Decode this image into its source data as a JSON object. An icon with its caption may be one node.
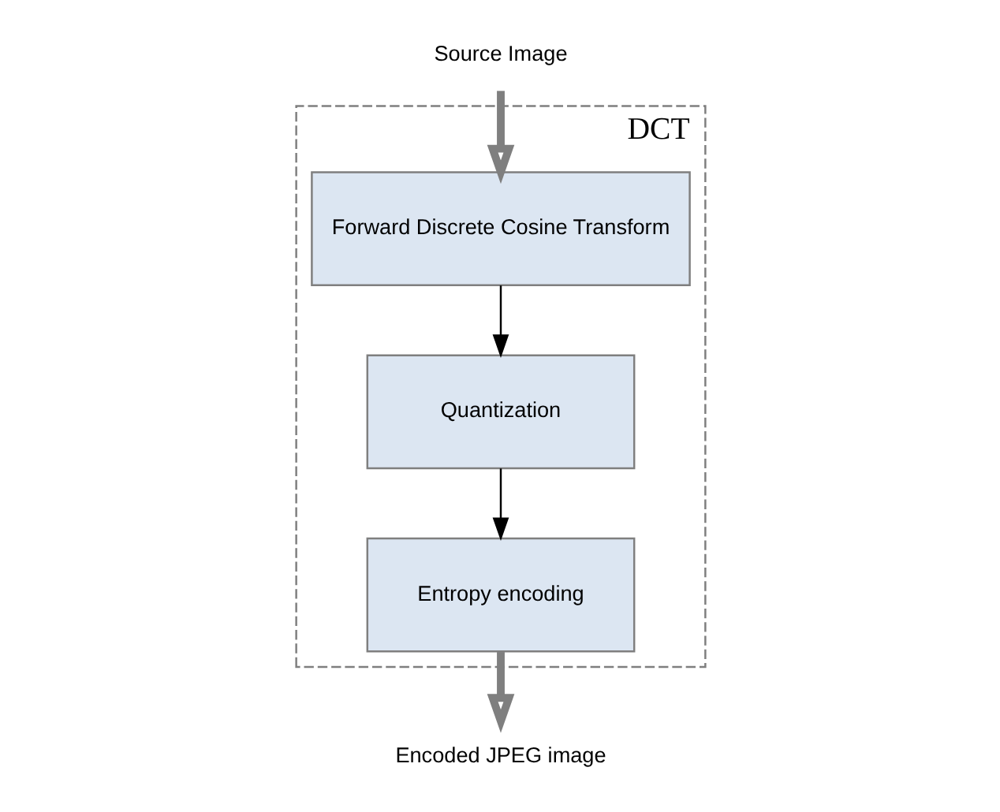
{
  "diagram": {
    "nodes": [
      {
        "text": [
          "DCT"
        ]
      },
      {
        "text": [
          "Forward Discrete Cosine Transform"
        ],
        "in": 0
      },
      {
        "text": [
          "Quantization"
        ],
        "in": 0
      },
      {
        "text": [
          "Entropy encoding"
        ],
        "in": 0
      },
      {
        "text": [
          "Source Image"
        ]
      },
      {
        "text": [
          "Encoded JPEG image"
        ]
      }
    ],
    "edges": [
      {
        "from": 4,
        "to": 1,
        "arrow": "to",
        "style": "thick",
        "color": "#7f7f7f"
      },
      {
        "from": 1,
        "to": 2,
        "arrow": "to",
        "color": "#000000"
      },
      {
        "from": 2,
        "to": 3,
        "arrow": "to",
        "color": "#000000"
      },
      {
        "from": 3,
        "to": 5,
        "arrow": "to",
        "style": "thick",
        "color": "#7f7f7f"
      }
    ]
  }
}
